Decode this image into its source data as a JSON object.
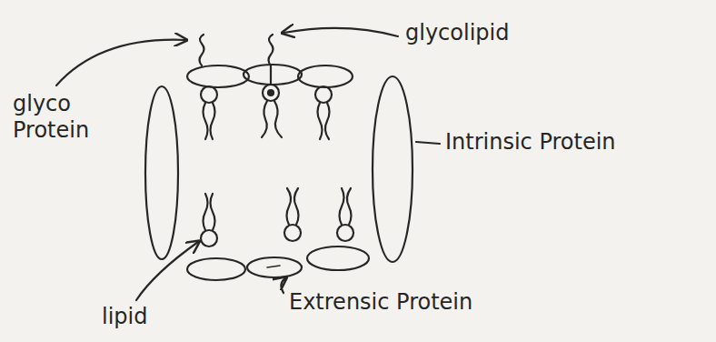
{
  "diagram": {
    "labels": [
      "glyco Protein",
      "glycolipid",
      "Intrinsic Protein",
      "lipid",
      "Extrensic Protein"
    ]
  }
}
